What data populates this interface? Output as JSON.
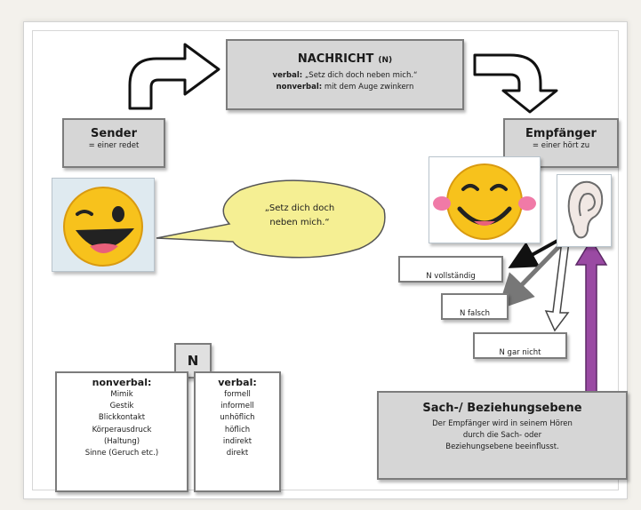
{
  "message": {
    "title": "NACHRICHT",
    "tag": "(N)",
    "verbal_key": "verbal:",
    "verbal_text": " „Setz dich doch neben mich.“",
    "nonverbal_key": "nonverbal:",
    "nonverbal_text": " mit dem Auge zwinkern"
  },
  "sender": {
    "title": "Sender",
    "subtitle": "= einer redet"
  },
  "receiver": {
    "title": "Empfänger",
    "subtitle": "= einer hört zu"
  },
  "speech": {
    "line1": "„Setz dich doch",
    "line2": "neben mich.“"
  },
  "outcomes": [
    "N vollständig",
    "N falsch",
    "N gar nicht"
  ],
  "levels": {
    "title": "Sach-/ Beziehungsebene",
    "line1": "Der Empfänger wird in seinem Hören",
    "line2": "durch die Sach- oder",
    "line3": "Beziehungsebene beeinflusst."
  },
  "n_label": "N",
  "nonverbal_list": {
    "title": "nonverbal:",
    "items": [
      "Mimik",
      "Gestik",
      "Blickkontakt",
      "Körperausdruck",
      "(Haltung)",
      "Sinne (Geruch etc.)"
    ]
  },
  "verbal_list": {
    "title": "verbal:",
    "items": [
      "formell",
      "informell",
      "unhöflich",
      "höflich",
      "indirekt",
      "direkt"
    ]
  },
  "icons": [
    "curved-arrow-right-icon",
    "curved-arrow-down-icon",
    "winking-smiley-icon",
    "smiling-smiley-icon",
    "ear-icon"
  ],
  "colors": {
    "box_fill": "#d6d6d6",
    "bubble": "#f5ef93",
    "purple_arrow": "#9a4aa3",
    "emoji": "#f7c21c"
  }
}
